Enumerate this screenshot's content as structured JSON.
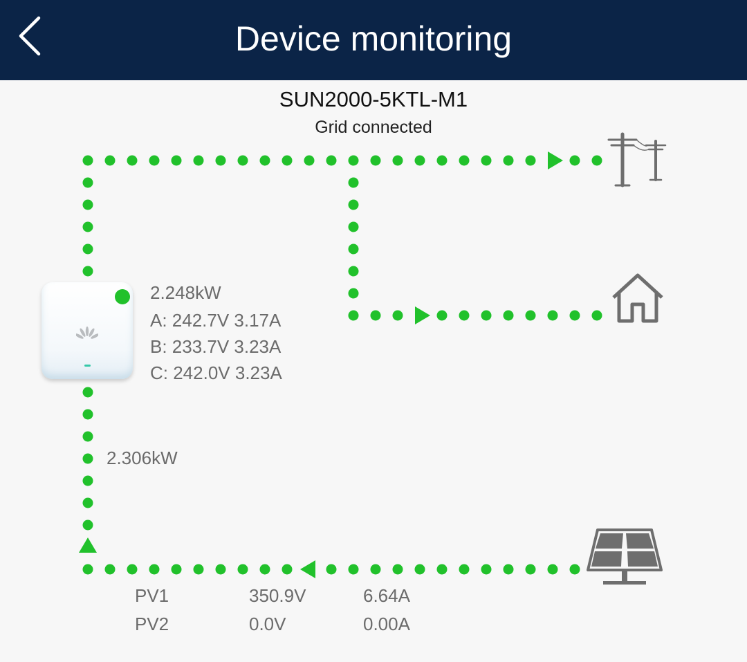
{
  "header": {
    "title": "Device monitoring",
    "back_icon": "chevron-left-icon"
  },
  "device": {
    "model": "SUN2000-5KTL-M1",
    "status": "Grid connected"
  },
  "output": {
    "power": "2.248kW",
    "phase_a": "A: 242.7V 3.17A",
    "phase_b": "B: 233.7V 3.23A",
    "phase_c": "C: 242.0V 3.23A"
  },
  "pv_input": {
    "power": "2.306kW"
  },
  "pv_strings": [
    {
      "name": "PV1",
      "voltage": "350.9V",
      "current": "6.64A"
    },
    {
      "name": "PV2",
      "voltage": "0.0V",
      "current": "0.00A"
    }
  ],
  "icons": {
    "grid": "power-grid-icon",
    "home": "home-icon",
    "solar": "solar-panel-icon",
    "inverter": "inverter-device-icon"
  },
  "colors": {
    "header_bg": "#0b2447",
    "flow": "#21c12b",
    "background": "#f7f7f7",
    "icon": "#6e6e6e"
  }
}
